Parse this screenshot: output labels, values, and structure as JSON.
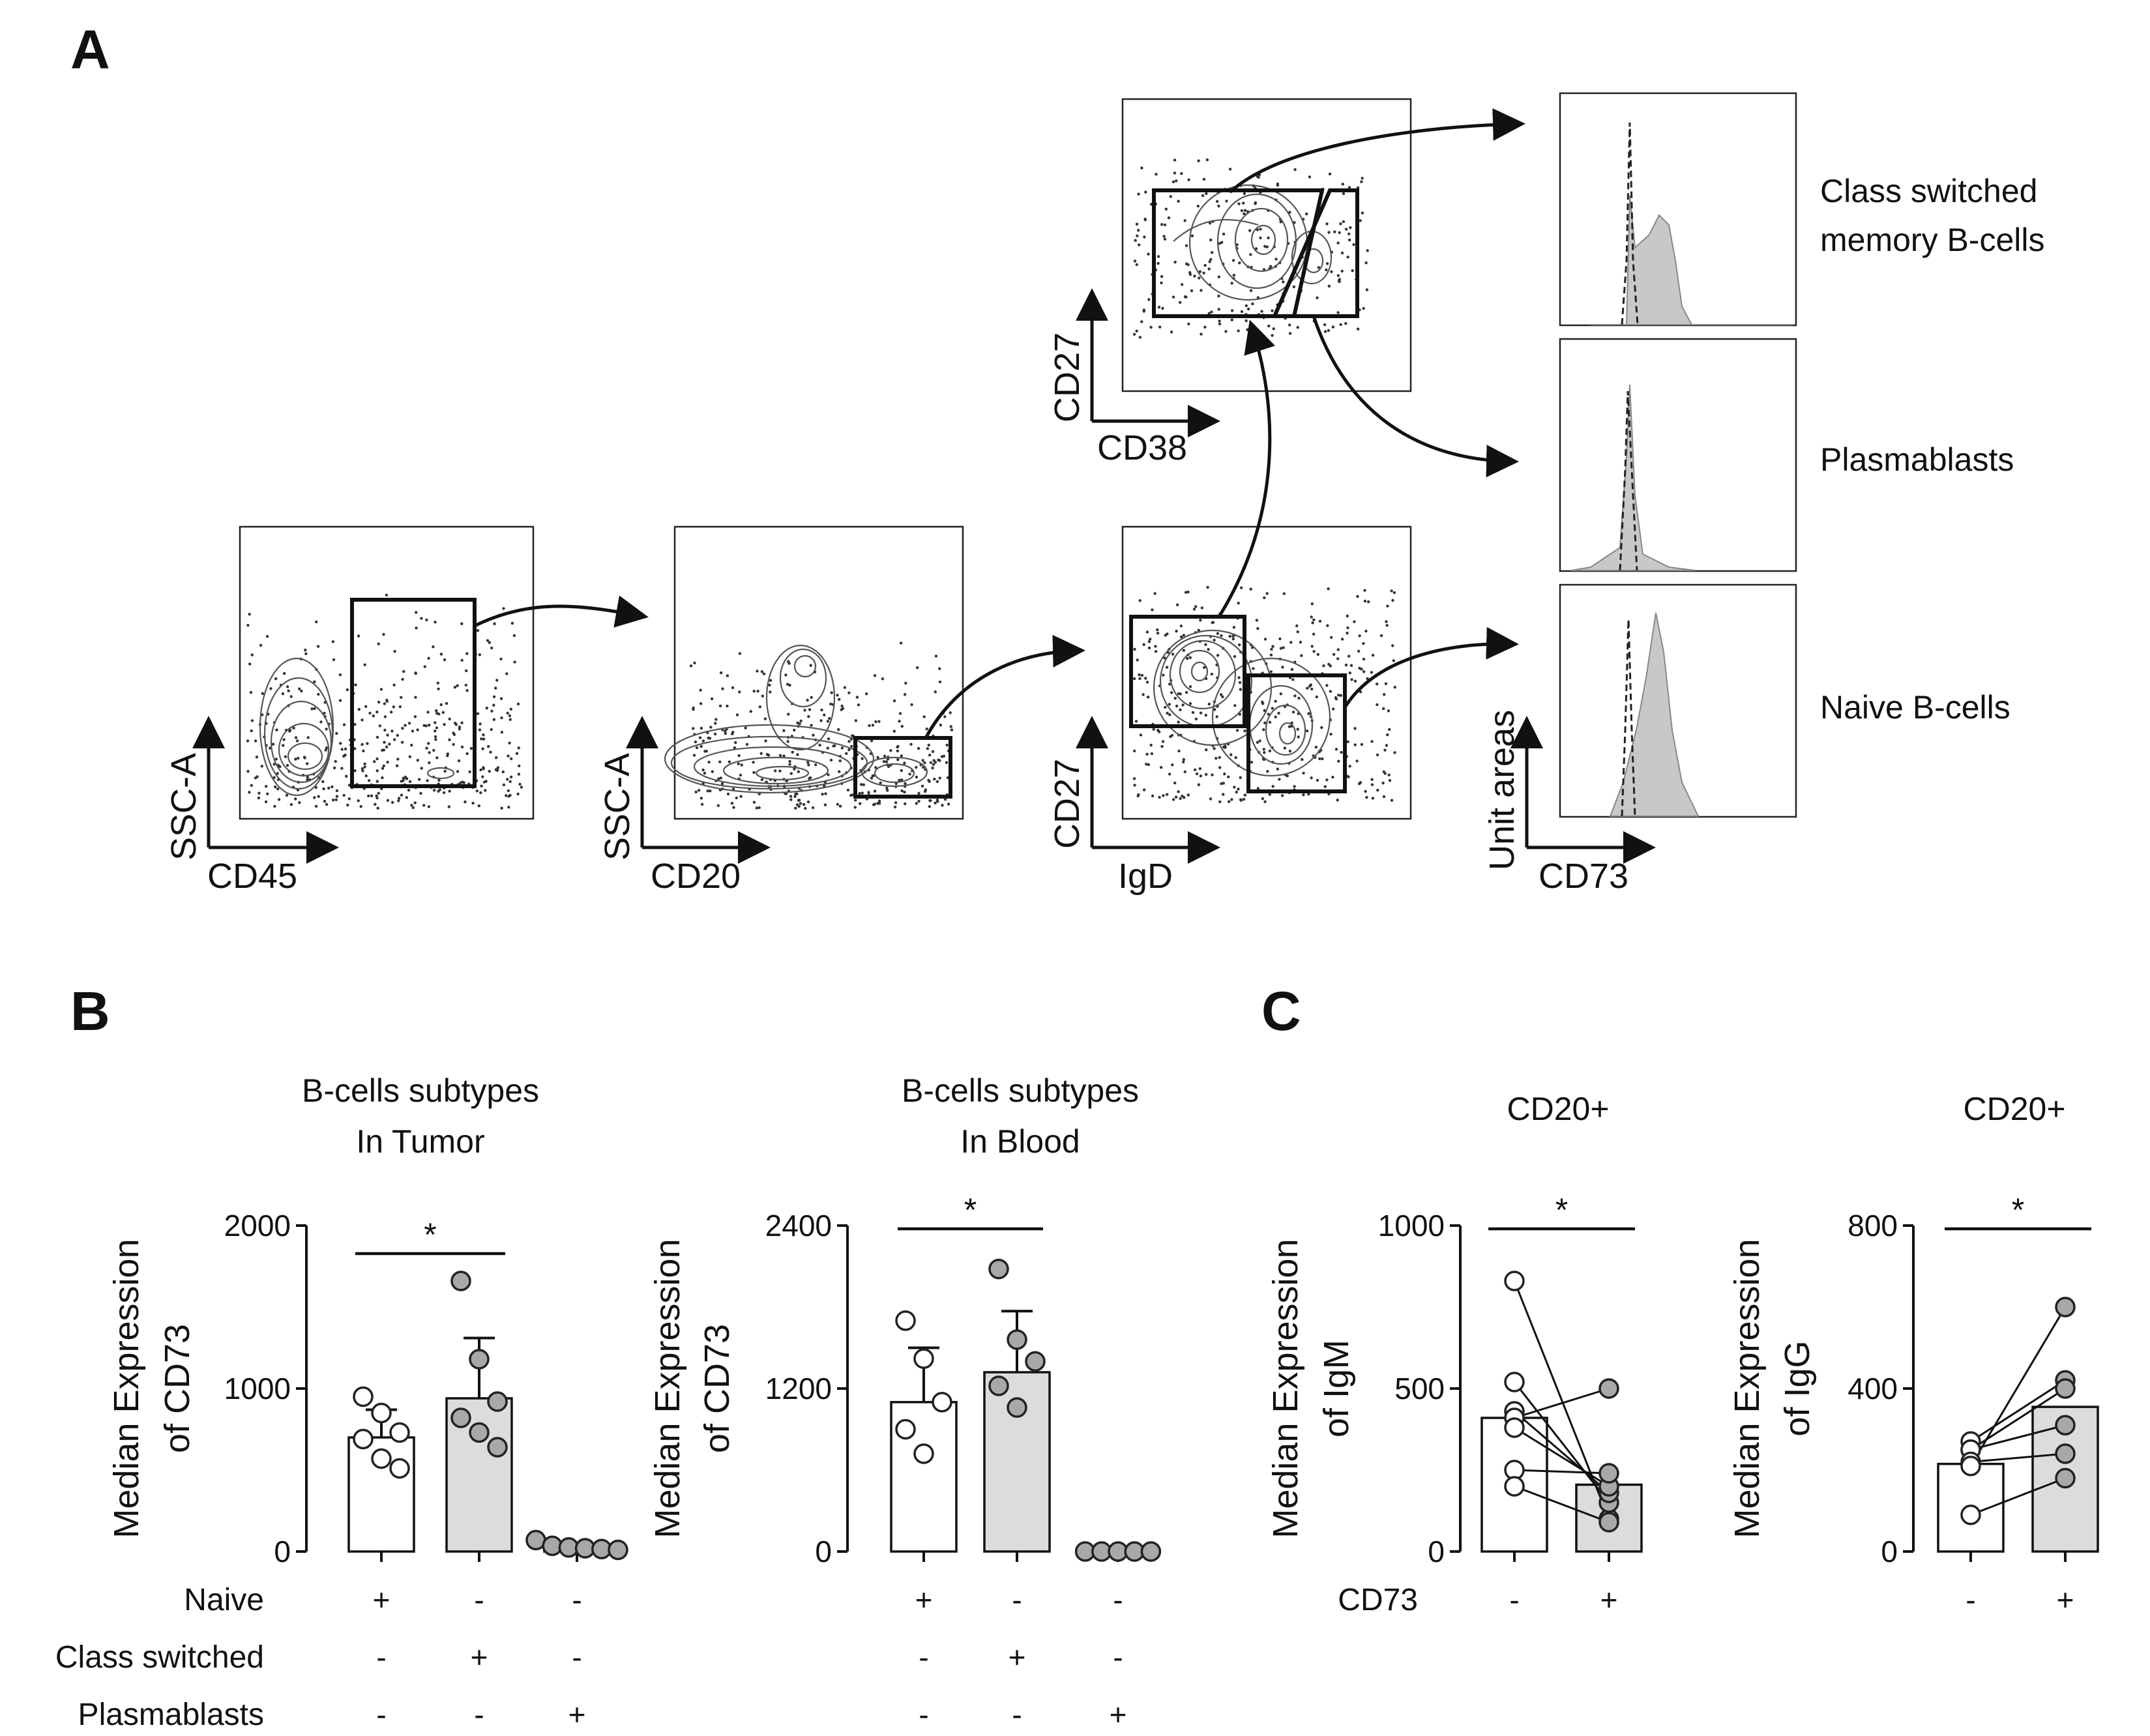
{
  "panel_labels": {
    "a": "A",
    "b": "B",
    "c": "C"
  },
  "panel_a": {
    "plots": [
      {
        "y": "SSC-A",
        "x": "CD45"
      },
      {
        "y": "SSC-A",
        "x": "CD20"
      },
      {
        "y": "CD27",
        "x": "IgD"
      },
      {
        "y": "CD27",
        "x": "CD38"
      },
      {
        "y": "Unit areas",
        "x": "CD73"
      }
    ],
    "populations": {
      "class_switched_line1": "Class switched",
      "class_switched_line2": "memory B-cells",
      "plasmablasts": "Plasmablasts",
      "naive": "Naive B-cells"
    }
  },
  "panel_b": {
    "row_labels": {
      "naive": "Naive",
      "class_switched": "Class switched",
      "plasmablasts": "Plasmablasts"
    },
    "signs": [
      [
        "+",
        "-",
        "-"
      ],
      [
        "-",
        "+",
        "-"
      ],
      [
        "-",
        "-",
        "+"
      ]
    ]
  },
  "panel_c": {
    "row_label": "CD73",
    "signs": [
      "-",
      "+"
    ]
  },
  "sig_mark": "*",
  "colors": {
    "white_bar": "#ffffff",
    "grey_bar": "#dcdcdc",
    "grey_point": "#a8a8a8",
    "histogram_fill": "#c8c8c8"
  },
  "chart_data": [
    {
      "type": "bar",
      "title_line1": "B-cells subtypes",
      "title_line2": "In Tumor",
      "ylabel_line1": "Median Expression",
      "ylabel_line2": "of CD73",
      "ylim": [
        0,
        2000
      ],
      "yticks": [
        "0",
        "1000",
        "2000"
      ],
      "categories": [
        "Naive",
        "Class switched",
        "Plasmablasts"
      ],
      "values": [
        700,
        940,
        30
      ],
      "errors": [
        170,
        370,
        0
      ],
      "points": [
        [
          950,
          850,
          730,
          690,
          570,
          510
        ],
        [
          1660,
          1180,
          920,
          820,
          730,
          640
        ],
        [
          70,
          35,
          25,
          20,
          15,
          10
        ]
      ],
      "significance": {
        "between": [
          0,
          1
        ],
        "label": "*"
      }
    },
    {
      "type": "bar",
      "title_line1": "B-cells subtypes",
      "title_line2": "In Blood",
      "ylabel_line1": "Median Expression",
      "ylabel_line2": "of CD73",
      "ylim": [
        0,
        2400
      ],
      "yticks": [
        "0",
        "1200",
        "2400"
      ],
      "categories": [
        "Naive",
        "Class switched",
        "Plasmablasts"
      ],
      "values": [
        1100,
        1320,
        0
      ],
      "errors": [
        400,
        450,
        0
      ],
      "points": [
        [
          1700,
          1420,
          1100,
          900,
          720
        ],
        [
          2080,
          1560,
          1400,
          1220,
          1060
        ],
        [
          0,
          0,
          0,
          0,
          0
        ]
      ],
      "significance": {
        "between": [
          0,
          1
        ],
        "label": "*"
      }
    },
    {
      "type": "bar",
      "title": "CD20+",
      "ylabel_line1": "Median Expression",
      "ylabel_line2": "of IgM",
      "ylim": [
        0,
        1000
      ],
      "yticks": [
        "0",
        "500",
        "1000"
      ],
      "categories": [
        "CD73 -",
        "CD73 +"
      ],
      "values": [
        410,
        205
      ],
      "pairs": [
        [
          830,
          100
        ],
        [
          520,
          150
        ],
        [
          430,
          180
        ],
        [
          410,
          500
        ],
        [
          380,
          200
        ],
        [
          250,
          240
        ],
        [
          200,
          90
        ]
      ],
      "significance": {
        "between": [
          0,
          1
        ],
        "label": "*"
      }
    },
    {
      "type": "bar",
      "title": "CD20+",
      "ylabel_line1": "Median Expression",
      "ylabel_line2": "of IgG",
      "ylim": [
        0,
        800
      ],
      "yticks": [
        "0",
        "400",
        "800"
      ],
      "categories": [
        "CD73 -",
        "CD73 +"
      ],
      "values": [
        215,
        355
      ],
      "pairs": [
        [
          270,
          420
        ],
        [
          250,
          400
        ],
        [
          250,
          310
        ],
        [
          220,
          240
        ],
        [
          210,
          600
        ],
        [
          90,
          180
        ]
      ],
      "significance": {
        "between": [
          0,
          1
        ],
        "label": "*"
      }
    }
  ]
}
